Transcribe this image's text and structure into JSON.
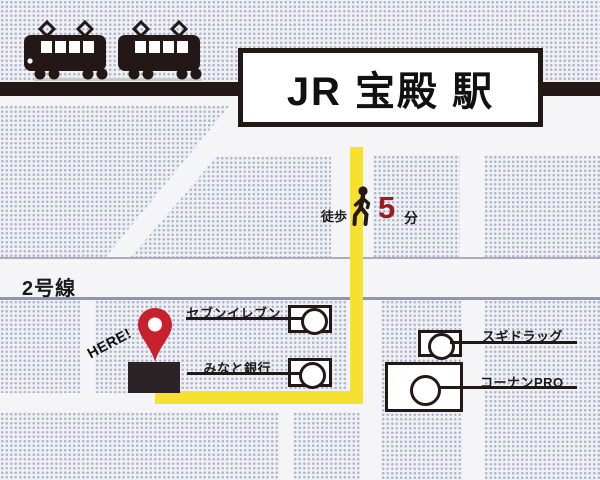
{
  "station": {
    "sign_label": "JR 宝殿 駅"
  },
  "route": {
    "walk_label": "徒歩",
    "walk_minutes": "5",
    "walk_unit": "分"
  },
  "roads": {
    "route2_label": "2号線"
  },
  "destination": {
    "here_label": "HERE!"
  },
  "landmarks": [
    {
      "name": "セブンイレブン"
    },
    {
      "name": "みなと銀行"
    },
    {
      "name": "スギドラッグ"
    },
    {
      "name": "コーナンPRO"
    }
  ],
  "icons": {
    "train": "train-icon",
    "walker": "walker-icon",
    "pin": "map-pin-icon"
  },
  "colors": {
    "route_yellow": "#f6e22e",
    "pin_red": "#c8202d",
    "minutes_red": "#9b1b20",
    "ink": "#231815"
  }
}
